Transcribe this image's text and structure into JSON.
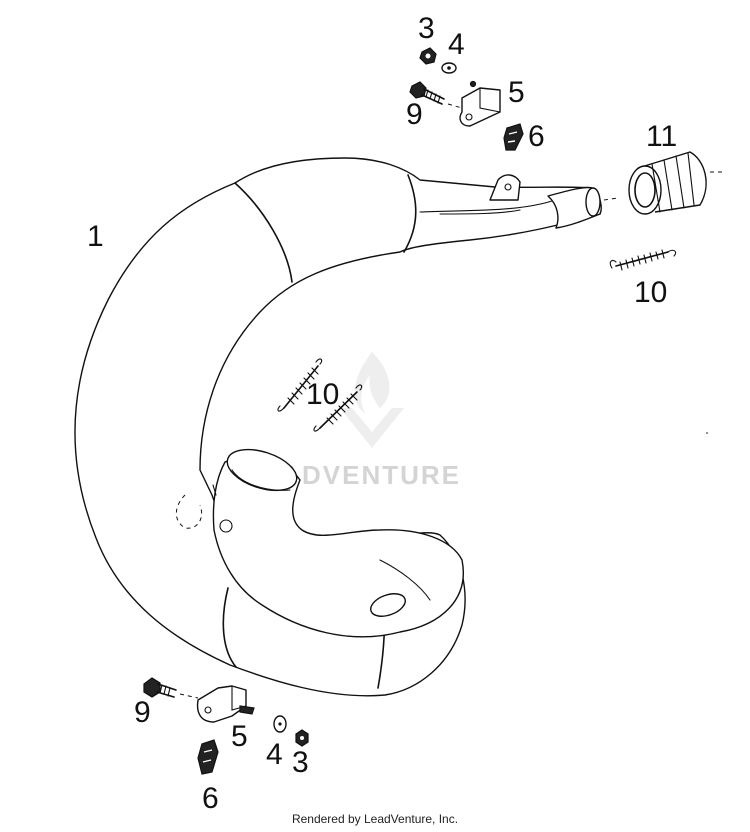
{
  "callouts": {
    "pipe": "1",
    "nut_top": "3",
    "washer_top": "4",
    "bracket_top": "5",
    "bolt_top": "9",
    "clip_top": "6",
    "sleeve": "11",
    "spring_right": "10",
    "spring_center": "10",
    "bolt_bottom": "9",
    "bracket_bottom": "5",
    "washer_bottom": "4",
    "nut_bottom": "3",
    "clip_bottom": "6"
  },
  "watermark": {
    "text": "LEADVENTURE"
  },
  "footer": {
    "credit": "Rendered by LeadVenture, Inc."
  },
  "icons": {
    "watermark_logo": "leadventure-flame-logo-icon"
  }
}
